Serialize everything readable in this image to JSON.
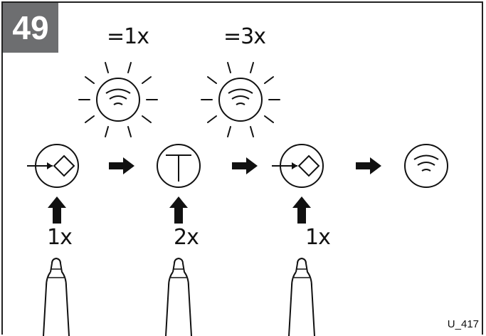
{
  "step_number": "49",
  "blink_labels": [
    "=1x",
    "=3x"
  ],
  "press_counts": [
    "1x",
    "2x",
    "1x"
  ],
  "figure_code": "U_417",
  "icons": [
    "enter-button-icon",
    "t-button-icon",
    "enter-button-icon",
    "wifi-light-icon"
  ],
  "colors": {
    "badge_bg": "#6d6e70",
    "stroke": "#111111",
    "background": "#ffffff"
  }
}
